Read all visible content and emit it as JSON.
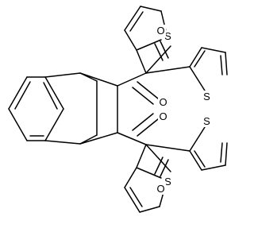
{
  "molecule": {
    "atoms": [
      {
        "id": "a1",
        "label": "S"
      },
      {
        "id": "a2",
        "label": "S"
      },
      {
        "id": "a3",
        "label": "S"
      },
      {
        "id": "a4",
        "label": "S"
      },
      {
        "id": "a5",
        "label": "O"
      },
      {
        "id": "a6",
        "label": "O"
      },
      {
        "id": "a7",
        "label": "O"
      },
      {
        "id": "a8",
        "label": "O"
      }
    ]
  }
}
